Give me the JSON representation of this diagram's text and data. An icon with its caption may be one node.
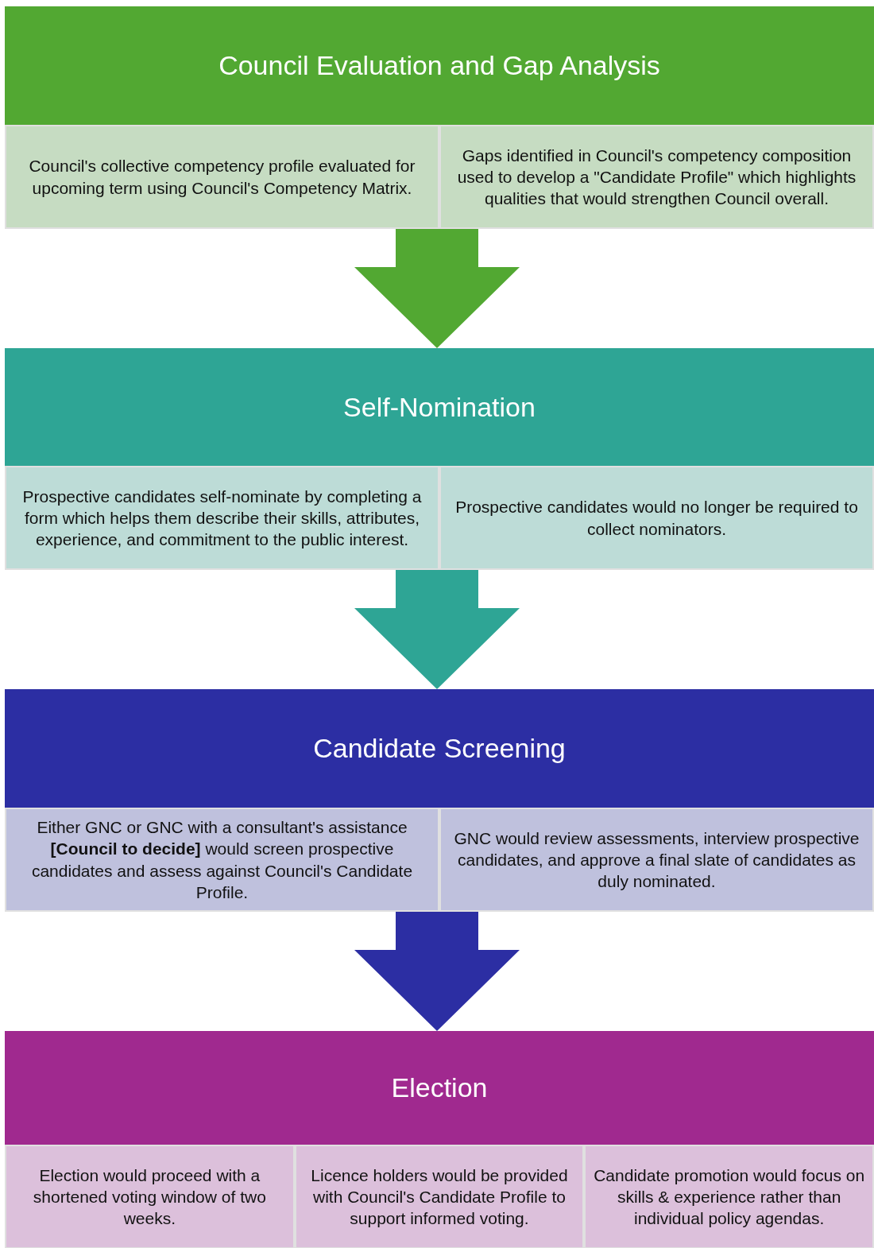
{
  "diagram": {
    "nodes": [
      {
        "text": [
          "Council Evaluation and Gap Analysis"
        ]
      },
      {
        "text": [
          "Council's collective competency profile evaluated for upcoming term using Council's Competency Matrix."
        ],
        "in": 0
      },
      {
        "text": [
          "Gaps identified in Council's competency composition used to develop a \"Candidate Profile\" which highlights qualities that would strengthen Council overall."
        ],
        "in": 0
      },
      {
        "text": [
          "Self-Nomination"
        ]
      },
      {
        "text": [
          "Prospective candidates self-nominate by completing a form which helps them describe their skills, attributes, experience, and commitment to the public interest."
        ],
        "in": 3
      },
      {
        "text": [
          "Prospective candidates would no longer be required to collect nominators."
        ],
        "in": 3
      },
      {
        "text": [
          "Candidate Screening"
        ]
      },
      {
        "text": [
          "Either GNC or GNC with a consultant's assistance **[Council to decide]** would screen prospective candidates and assess against Council's Candidate Profile."
        ],
        "in": 6
      },
      {
        "text": [
          "GNC would review assessments, interview prospective candidates, and approve a final slate of candidates as duly nominated."
        ],
        "in": 6
      },
      {
        "text": [
          "Election"
        ]
      },
      {
        "text": [
          "Election would proceed with a shortened voting window of two weeks."
        ],
        "in": 9
      },
      {
        "text": [
          "Licence holders would be provided with Council's Candidate Profile to support informed voting."
        ],
        "in": 9
      },
      {
        "text": [
          "Candidate promotion would focus on skills & experience rather than individual policy agendas."
        ],
        "in": 9
      }
    ],
    "edges": [
      {
        "from": 0,
        "to": 3,
        "arrow": "to",
        "color": "#52a832"
      },
      {
        "from": 3,
        "to": 6,
        "arrow": "to",
        "color": "#2ea595"
      },
      {
        "from": 6,
        "to": 9,
        "arrow": "to",
        "color": "#2c2ea3"
      }
    ]
  }
}
